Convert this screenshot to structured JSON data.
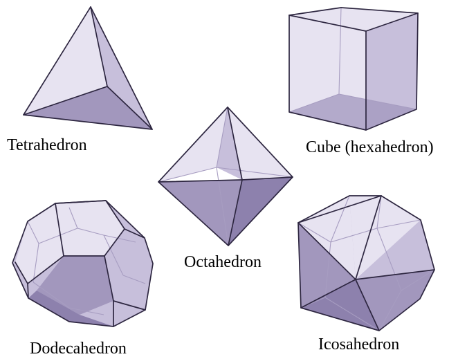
{
  "labels": {
    "tetrahedron": "Tetrahedron",
    "cube": "Cube (hexahedron)",
    "octahedron": "Octahedron",
    "dodecahedron": "Dodecahedron",
    "icosahedron": "Icosahedron"
  },
  "colors": {
    "face_light": "#e7e3f1",
    "face_mid": "#c7bfdb",
    "face_dark": "#a297bd",
    "edge": "#2d2640",
    "text": "#000000"
  }
}
